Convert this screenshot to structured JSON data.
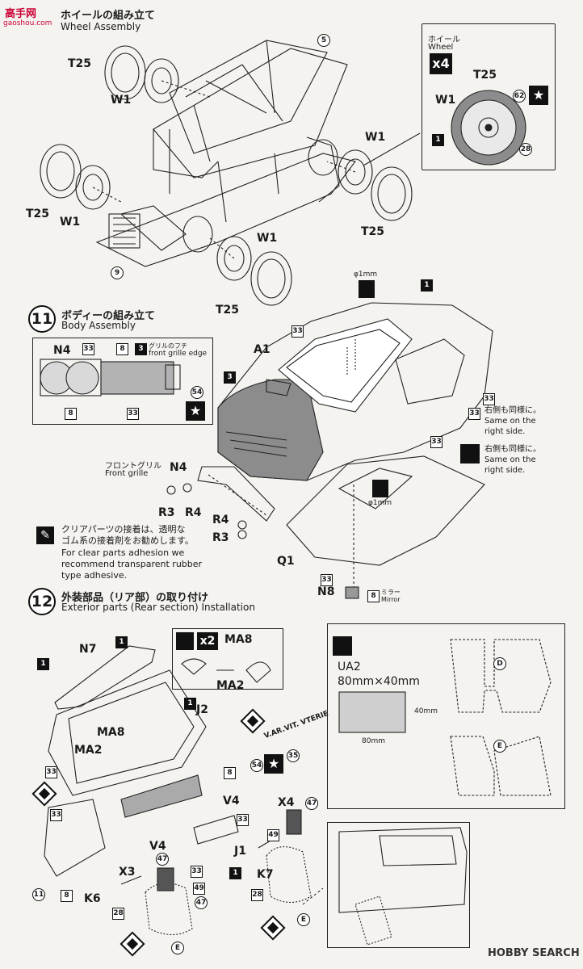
{
  "watermark": {
    "site_cn": "高手网",
    "site_url": "gaoshou.com",
    "brand": "HOBBY SEARCH"
  },
  "step10": {
    "title_jp": "ホイールの組み立て",
    "title_en": "Wheel Assembly",
    "callout_title_jp": "ホイール",
    "callout_title_en": "Wheel",
    "callout_qty": "x4",
    "parts": [
      "T25",
      "W1",
      "5",
      "9",
      "62",
      "28",
      "1"
    ]
  },
  "step11": {
    "number": "11",
    "title_jp": "ボディーの組み立て",
    "title_en": "Body Assembly",
    "grille_edge_jp": "グリルのフチ",
    "grille_edge_en": "front grille edge",
    "front_grille_jp": "フロントグリル",
    "front_grille_en": "Front grille",
    "same_right_jp": "右側も同様に。",
    "same_right_en_1": "Same on the",
    "same_right_en_2": "right side.",
    "drill": "φ1mm",
    "mirror_jp": "ミラー",
    "mirror_en": "Mirror",
    "clear_note_jp_1": "クリアパーツの接着は、透明な",
    "clear_note_jp_2": "ゴム系の接着剤をお勧めします。",
    "clear_note_en_1": "For clear parts adhesion we",
    "clear_note_en_2": "recommend transparent rubber",
    "clear_note_en_3": "type adhesive.",
    "parts": [
      "N4",
      "33",
      "8",
      "3",
      "54",
      "A1",
      "1",
      "R3",
      "R4",
      "Q1",
      "N8"
    ]
  },
  "step12": {
    "number": "12",
    "title_jp": "外装部品（リア部）の取り付け",
    "title_en": "Exterior parts (Rear section) Installation",
    "qty": "x2",
    "decal_text": "V.AR.VIT. VTERIE",
    "ua2_label": "UA2",
    "ua2_size": "80mm×40mm",
    "ua2_h": "40mm",
    "ua2_w": "80mm",
    "flap_d": "D",
    "flap_e": "E",
    "parts": [
      "N7",
      "1",
      "MA8",
      "MA2",
      "J2",
      "33",
      "35",
      "54",
      "8",
      "X4",
      "47",
      "V4",
      "49",
      "J1",
      "K7",
      "28",
      "X3",
      "K6",
      "11",
      "E"
    ]
  }
}
